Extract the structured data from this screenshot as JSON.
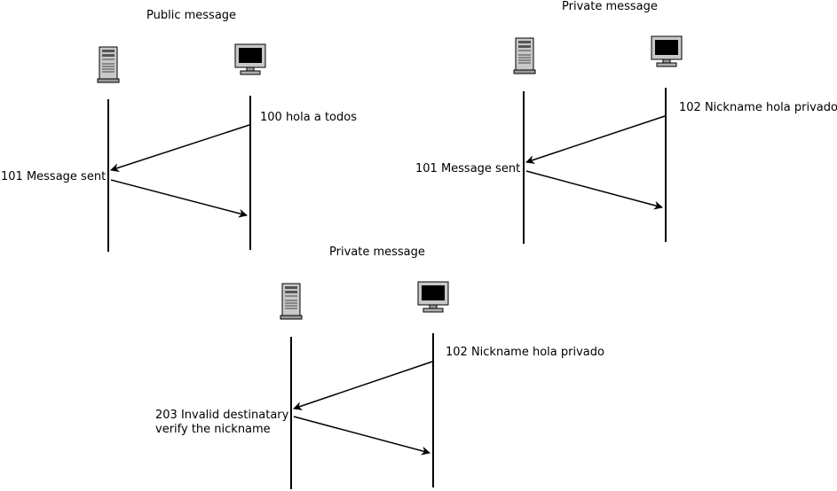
{
  "diagrams": [
    {
      "title": "Public message",
      "server_icon": "server-tower-icon",
      "client_icon": "computer-monitor-icon",
      "request": "100 hola a todos",
      "response_lines": [
        "101 Message sent"
      ]
    },
    {
      "title": "Private message",
      "server_icon": "server-tower-icon",
      "client_icon": "computer-monitor-icon",
      "request": "102 Nickname hola privado",
      "response_lines": [
        "101 Message sent"
      ]
    },
    {
      "title": "Private message",
      "server_icon": "server-tower-icon",
      "client_icon": "computer-monitor-icon",
      "request": "102 Nickname hola privado",
      "response_lines": [
        "203 Invalid destinatary",
        "verify the nickname"
      ]
    }
  ]
}
